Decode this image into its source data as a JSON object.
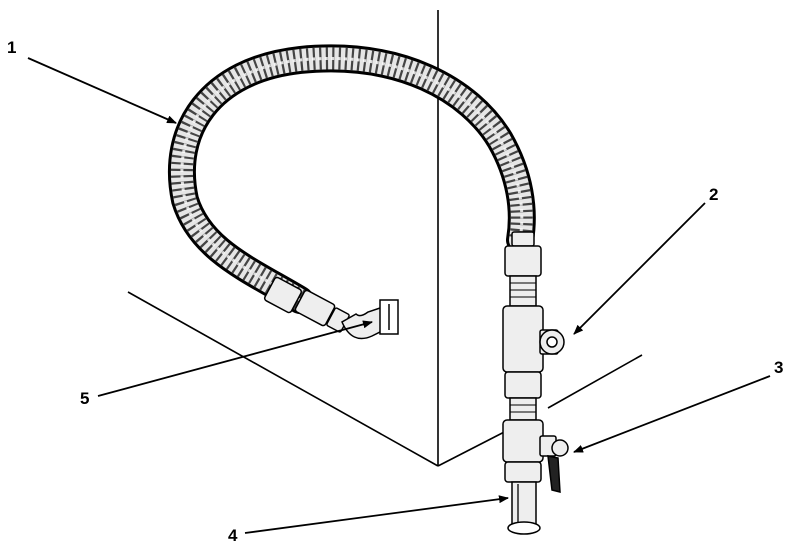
{
  "callouts": [
    {
      "id": "1",
      "label": "1"
    },
    {
      "id": "2",
      "label": "2"
    },
    {
      "id": "3",
      "label": "3"
    },
    {
      "id": "4",
      "label": "4"
    },
    {
      "id": "5",
      "label": "5"
    }
  ],
  "colors": {
    "line": "#000000",
    "hose_fill": "#e6e6e6",
    "hose_shadow": "#555555",
    "fitting_fill": "#eeeeee",
    "background": "#ffffff"
  },
  "parts": {
    "hose": "flexible-hose-icon",
    "tee_1": "tee-fitting-icon",
    "tee_2": "tee-fitting-icon",
    "valve_plug": "plug-icon",
    "shutoff_valve": "valve-handle-icon",
    "floor_pipe": "pipe-icon",
    "elbow": "elbow-fitting-icon"
  }
}
